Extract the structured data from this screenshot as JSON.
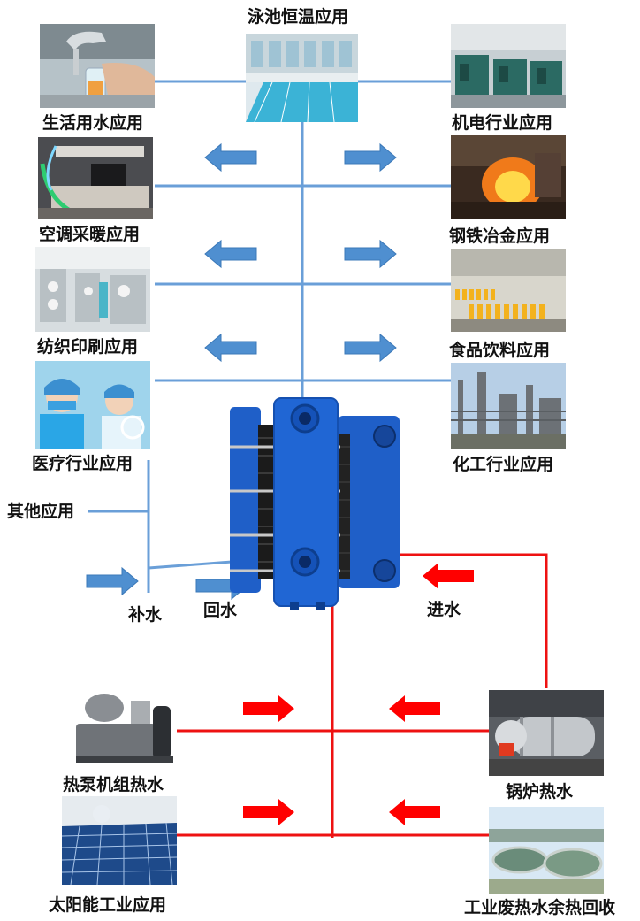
{
  "center": {
    "title": "泳池恒温应用"
  },
  "left_apps": [
    {
      "label": "生活用水应用"
    },
    {
      "label": "空调采暖应用"
    },
    {
      "label": "纺织印刷应用"
    },
    {
      "label": "医疗行业应用"
    }
  ],
  "right_apps": [
    {
      "label": "机电行业应用"
    },
    {
      "label": "钢铁冶金应用"
    },
    {
      "label": "食品饮料应用"
    },
    {
      "label": "化工行业应用"
    }
  ],
  "other": {
    "label": "其他应用"
  },
  "flow": {
    "makeup": "补水",
    "return": "回水",
    "inlet": "进水"
  },
  "sources_left": [
    {
      "label": "热泵机组热水"
    },
    {
      "label": "太阳能工业应用"
    }
  ],
  "sources_right": [
    {
      "label": "锅炉热水"
    },
    {
      "label": "工业废热水余热回收"
    }
  ],
  "colors": {
    "cold_line": "#6a9fd8",
    "hot_line": "#ee1111",
    "blue_arrow": "#4f8fd0",
    "red_arrow": "#ff0000",
    "exchanger": "#1f5fc8"
  }
}
